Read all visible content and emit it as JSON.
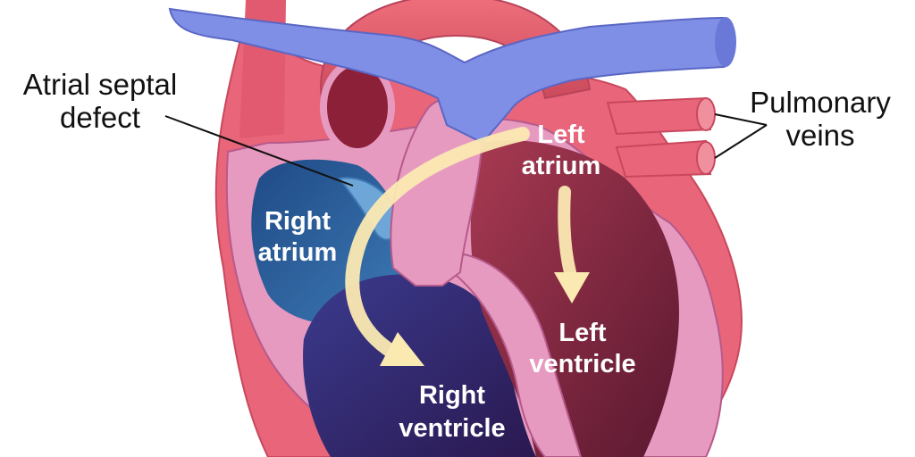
{
  "labels": {
    "asd_line1": "Atrial septal",
    "asd_line2": "defect",
    "pv_line1": "Pulmonary",
    "pv_line2": "veins",
    "la_line1": "Left",
    "la_line2": "atrium",
    "ra_line1": "Right",
    "ra_line2": "atrium",
    "lv_line1": "Left",
    "lv_line2": "ventricle",
    "rv_line1": "Right",
    "rv_line2": "ventricle"
  },
  "colors": {
    "background": "#ffffff",
    "heart_muscle": "#e8657a",
    "heart_muscle_dark": "#c9485e",
    "septum_pink": "#e79ac0",
    "vein_blue": "#7f8fe6",
    "right_atrium_blue": "#2d5f9a",
    "right_ventricle_purple": "#3a2a6b",
    "left_chamber_red": "#8a2a40",
    "arrow_cream": "#fbe9b2",
    "text_dark": "#111111",
    "text_light": "#ffffff"
  }
}
